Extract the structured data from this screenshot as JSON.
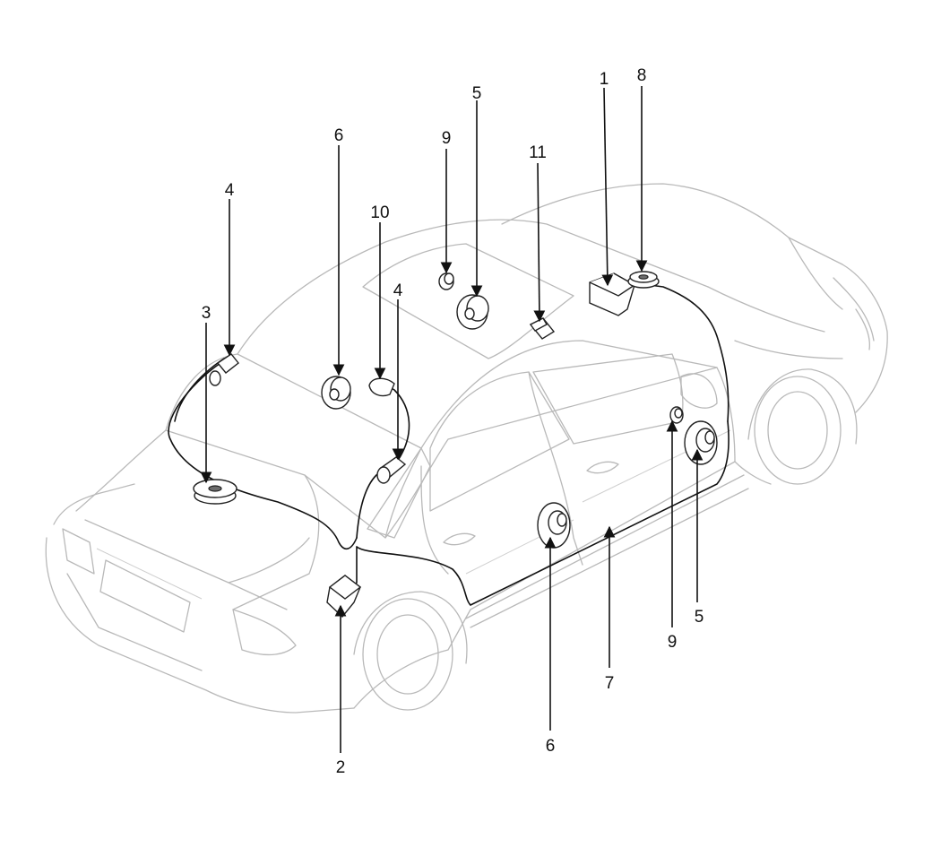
{
  "callouts": [
    {
      "id": "1",
      "text": "1"
    },
    {
      "id": "2",
      "text": "2"
    },
    {
      "id": "3",
      "text": "3"
    },
    {
      "id": "4a",
      "text": "4"
    },
    {
      "id": "4b",
      "text": "4"
    },
    {
      "id": "5a",
      "text": "5"
    },
    {
      "id": "5b",
      "text": "5"
    },
    {
      "id": "6a",
      "text": "6"
    },
    {
      "id": "6b",
      "text": "6"
    },
    {
      "id": "7",
      "text": "7"
    },
    {
      "id": "8",
      "text": "8"
    },
    {
      "id": "9a",
      "text": "9"
    },
    {
      "id": "9b",
      "text": "9"
    },
    {
      "id": "10",
      "text": "10"
    },
    {
      "id": "11",
      "text": "11"
    }
  ]
}
